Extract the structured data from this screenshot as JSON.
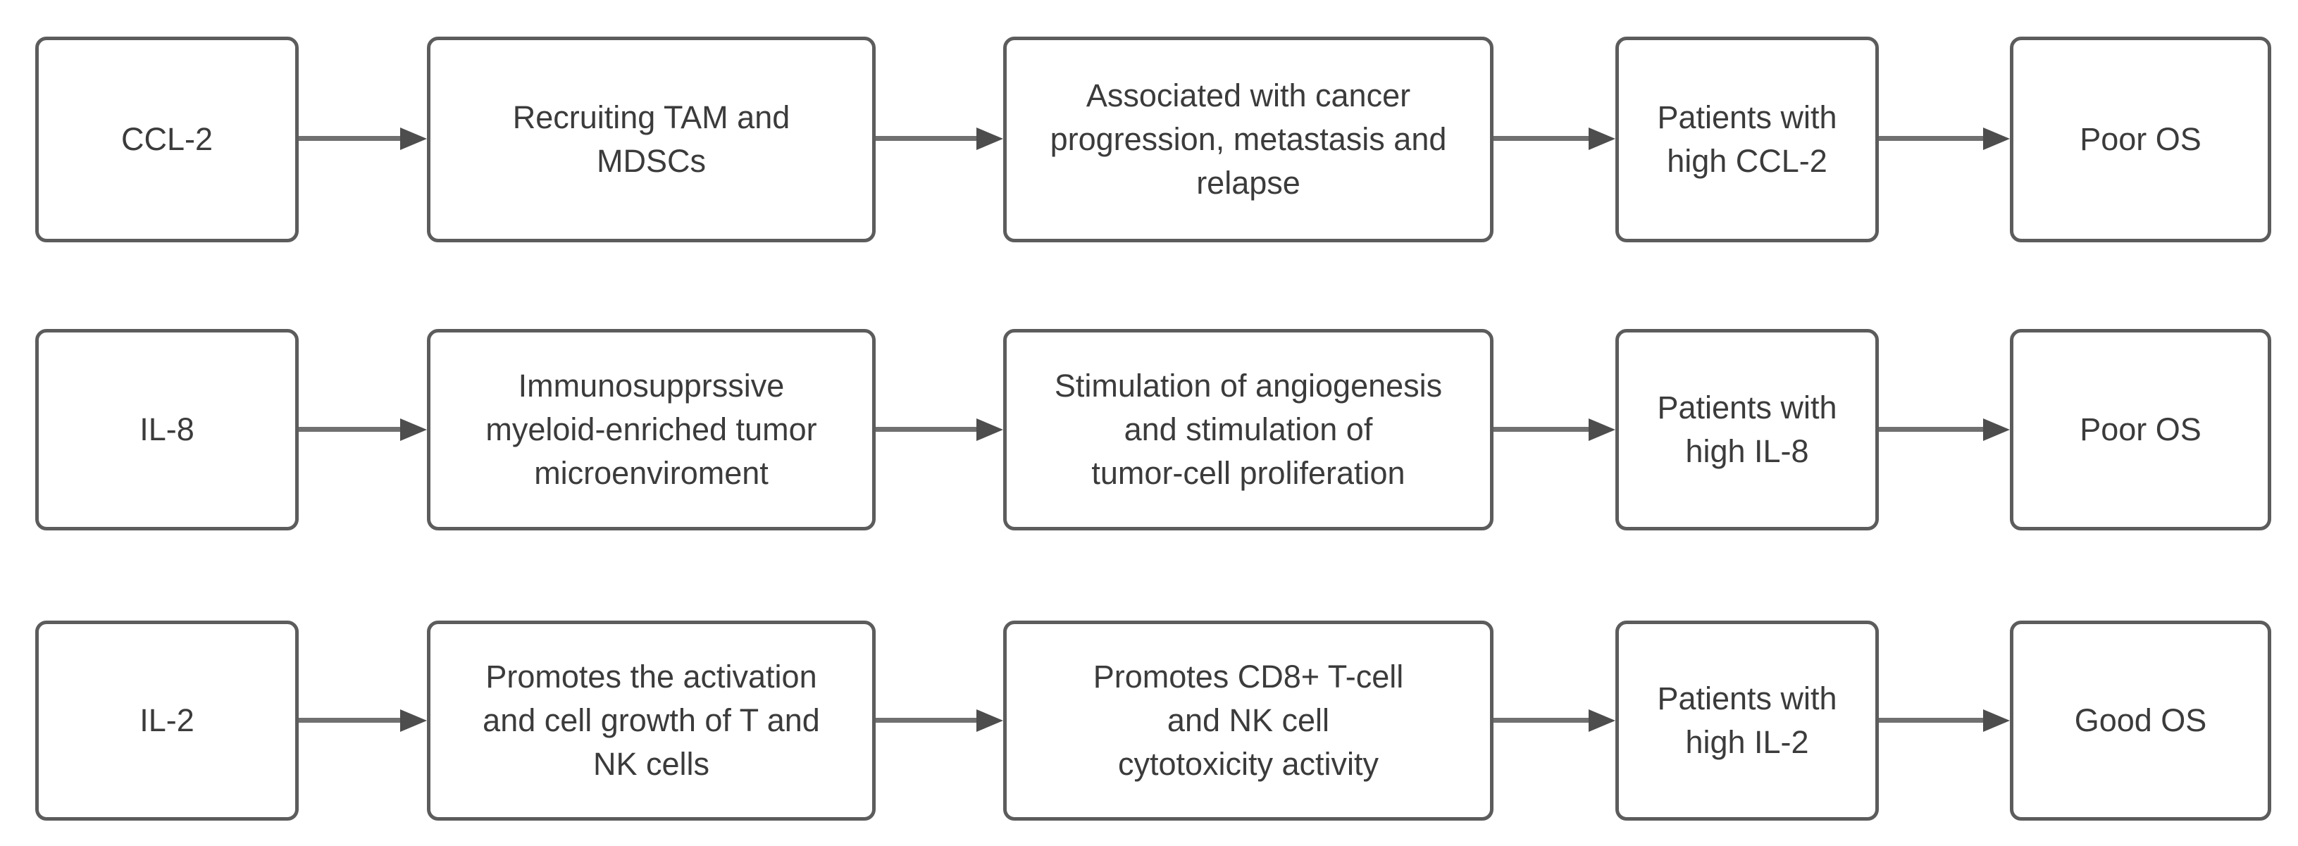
{
  "diagram": {
    "type": "flowchart",
    "colors": {
      "box_fill": "#ffffff",
      "box_border": "#5c5c5c",
      "text": "#3b3b3b",
      "arrow_line": "#707070",
      "arrow_head": "#4d4d4d"
    },
    "rows": [
      {
        "boxes": [
          {
            "label": "CCL-2"
          },
          {
            "label": "Recruiting TAM and\nMDSCs"
          },
          {
            "label": "Associated with cancer\nprogression, metastasis and\nrelapse"
          },
          {
            "label": "Patients with\nhigh CCL-2"
          },
          {
            "label": "Poor OS"
          }
        ]
      },
      {
        "boxes": [
          {
            "label": "IL-8"
          },
          {
            "label": "Immunosupprssive\nmyeloid-enriched tumor\nmicroenviroment"
          },
          {
            "label": "Stimulation of angiogenesis\nand stimulation of\ntumor-cell proliferation"
          },
          {
            "label": "Patients with\nhigh IL-8"
          },
          {
            "label": "Poor OS"
          }
        ]
      },
      {
        "boxes": [
          {
            "label": "IL-2"
          },
          {
            "label": "Promotes the activation\nand cell growth of T and\nNK cells"
          },
          {
            "label": "Promotes CD8+ T-cell\nand NK cell\ncytotoxicity activity"
          },
          {
            "label": "Patients with\nhigh IL-2"
          },
          {
            "label": "Good OS"
          }
        ]
      }
    ]
  }
}
